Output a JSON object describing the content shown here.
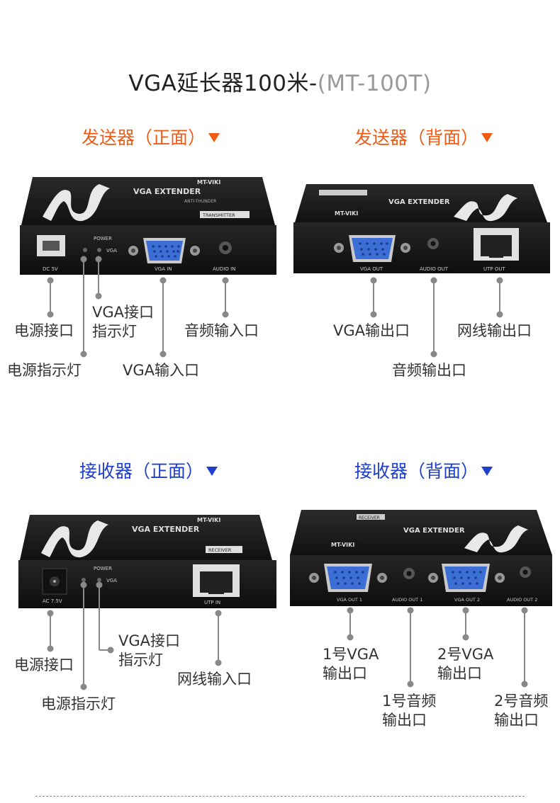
{
  "title": {
    "main": "VGA延长器100米-",
    "paren_open": "(",
    "model": "MT-100T",
    "paren_close": ")"
  },
  "sections": {
    "tx_front": "发送器（正面）",
    "tx_back": "发送器（背面）",
    "rx_front": "接收器（正面）",
    "rx_back": "接收器（背面）"
  },
  "device": {
    "brand": "MT-VIKI",
    "product": "VGA EXTENDER",
    "subtitle": "ANTI-THUNDER",
    "tx_tag": "TRANSMITTER",
    "rx_tag": "RECEIVER",
    "port_dc5v": "DC 5V",
    "port_ac75v": "AC 7.5V",
    "led_power": "POWER",
    "led_vga": "VGA",
    "port_vga_in": "VGA IN",
    "port_audio_in": "AUDIO IN",
    "port_vga_out": "VGA OUT",
    "port_audio_out": "AUDIO OUT",
    "port_utp_out": "UTP OUT",
    "port_utp_in": "UTP IN",
    "port_vga_out1": "VGA OUT 1",
    "port_audio_out1": "AUDIO OUT 1",
    "port_vga_out2": "VGA OUT 2",
    "port_audio_out2": "AUDIO OUT 2"
  },
  "labels": {
    "power_port": "电源接口",
    "vga_led_1": "VGA接口",
    "vga_led_2": "指示灯",
    "audio_in": "音频输入口",
    "power_led": "电源指示灯",
    "vga_in": "VGA输入口",
    "vga_out": "VGA输出口",
    "net_out": "网线输出口",
    "audio_out": "音频输出口",
    "net_in": "网线输入口",
    "vga1_1": "1号VGA",
    "vga1_2": "输出口",
    "vga2_1": "2号VGA",
    "vga2_2": "输出口",
    "audio1_1": "1号音频",
    "audio1_2": "输出口",
    "audio2_1": "2号音频",
    "audio2_2": "输出口"
  },
  "colors": {
    "orange": "#ef5b14",
    "blue": "#1e3fcc",
    "device": "#1b1b1b",
    "vga_port": "#3b6fd6",
    "leader": "#888888"
  }
}
